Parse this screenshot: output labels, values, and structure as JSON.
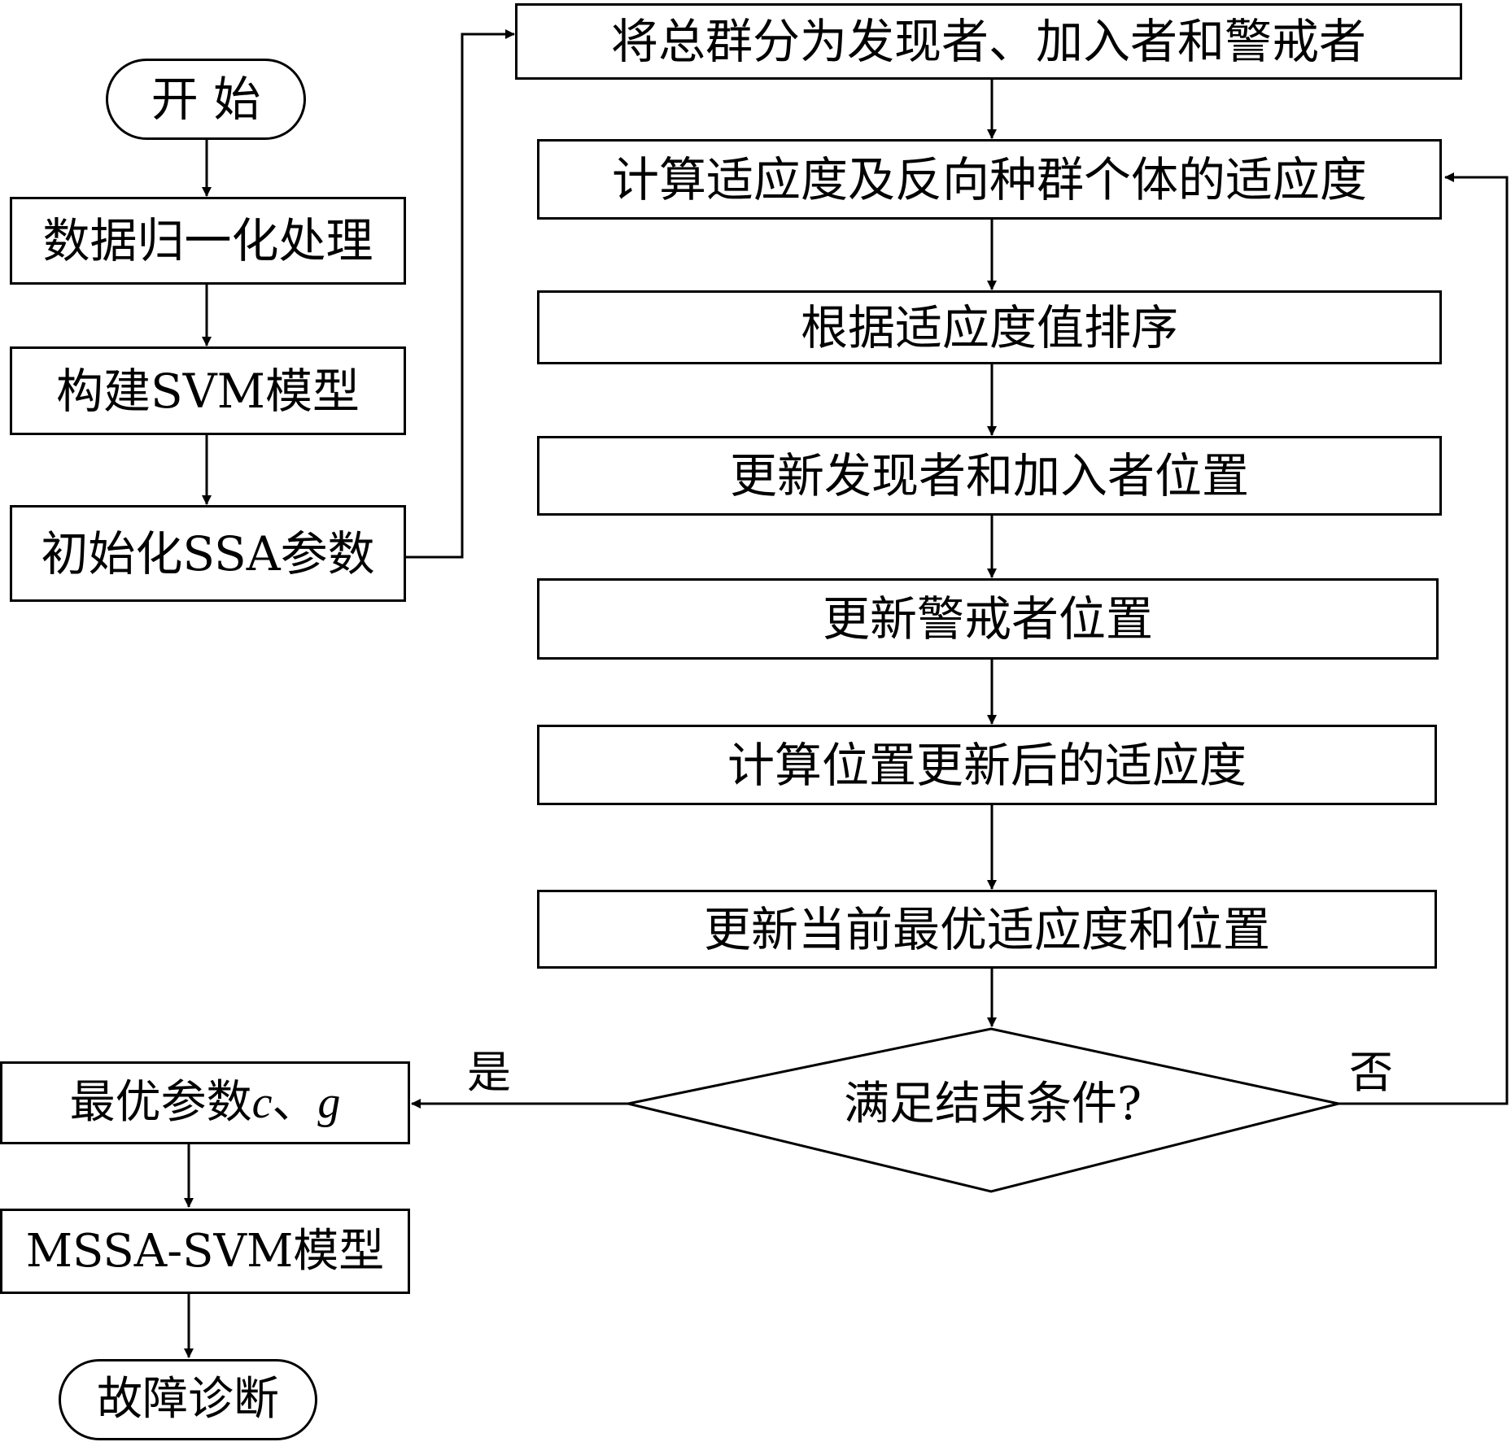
{
  "left_column": {
    "start": "开 始",
    "normalize": "数据归一化处理",
    "build_svm": "构建SVM模型",
    "init_ssa": "初始化SSA参数",
    "optimal_params": {
      "prefix": "最优参数",
      "c": "c",
      "sep": "、",
      "g": "g"
    },
    "mssa_svm": "MSSA-SVM模型",
    "diagnosis": "故障诊断"
  },
  "main_column": {
    "divide_population": "将总群分为发现者、加入者和警戒者",
    "calc_fitness": "计算适应度及反向种群个体的适应度",
    "sort_fitness": "根据适应度值排序",
    "update_discoverer_joiner": "更新发现者和加入者位置",
    "update_scout": "更新警戒者位置",
    "calc_updated_fitness": "计算位置更新后的适应度",
    "update_best": "更新当前最优适应度和位置"
  },
  "decision": {
    "question": "满足结束条件?",
    "yes_label": "是",
    "no_label": "否"
  }
}
